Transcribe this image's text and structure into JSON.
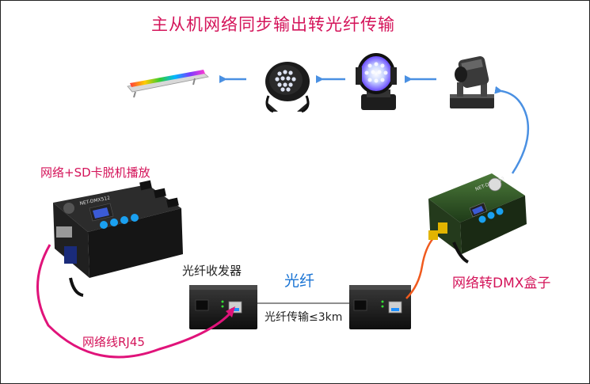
{
  "title": "主从机网络同步输出转光纤传输",
  "labels": {
    "player": "网络+SD卡脱机播放",
    "transceiver": "光纤收发器",
    "fiber": "光纤",
    "distance": "光纤传输≤3km",
    "dmx_box": "网络转DMX盒子",
    "cable": "网络线RJ45"
  },
  "device_text": {
    "controller_model": "NET-DMX512",
    "box_model": "NET-DMX512"
  },
  "colors": {
    "title": "#d4145a",
    "fiber_label": "#1a74d4",
    "arrow_blue": "#4a90e2",
    "cable_magenta": "#e0137a",
    "fiber_orange": "#f05a1e",
    "device_green": "#2f5a2a"
  }
}
